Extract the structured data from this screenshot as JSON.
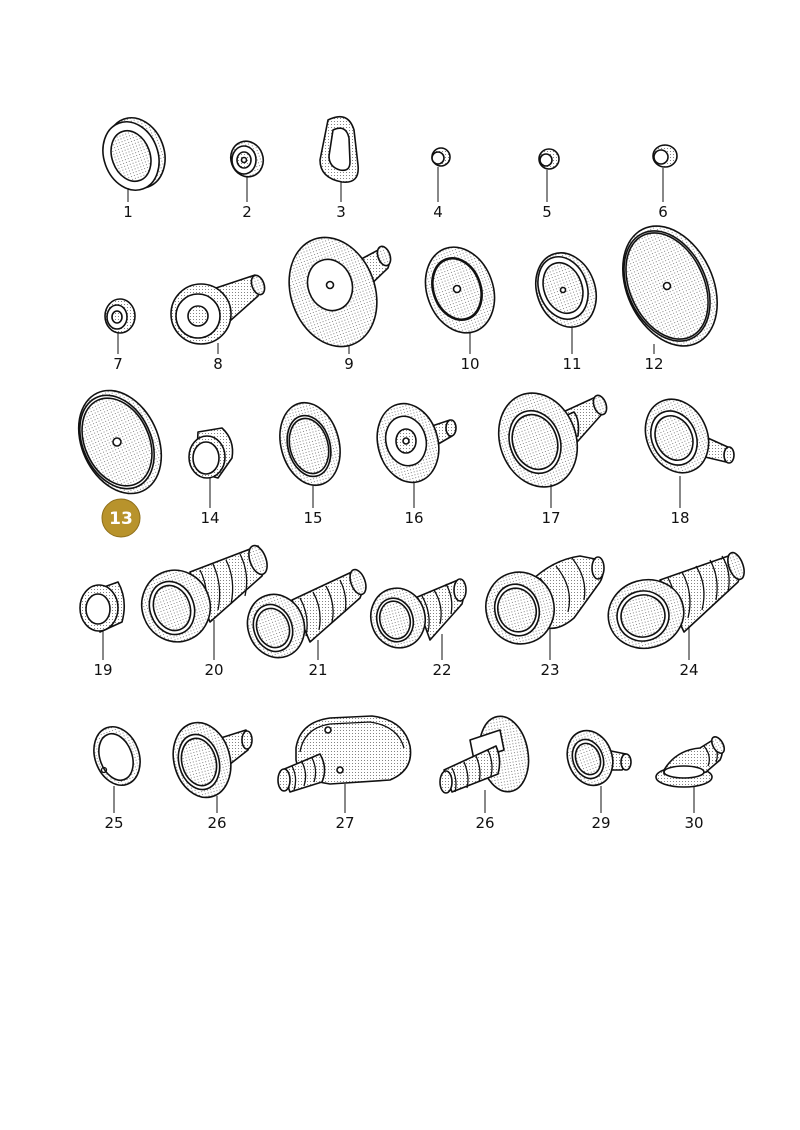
{
  "diagram": {
    "highlight": {
      "label": "13",
      "color": "#b8932c"
    },
    "parts": [
      {
        "label": "1",
        "shape": "grommet"
      },
      {
        "label": "2",
        "shape": "small-grommet"
      },
      {
        "label": "3",
        "shape": "oval-grommet"
      },
      {
        "label": "4",
        "shape": "tiny-grommet"
      },
      {
        "label": "5",
        "shape": "tiny-grommet"
      },
      {
        "label": "6",
        "shape": "tiny-grommet"
      },
      {
        "label": "7",
        "shape": "small-grommet"
      },
      {
        "label": "8",
        "shape": "grommet-with-tube"
      },
      {
        "label": "9",
        "shape": "grommet-with-tube"
      },
      {
        "label": "10",
        "shape": "flat-disc"
      },
      {
        "label": "11",
        "shape": "flat-disc"
      },
      {
        "label": "12",
        "shape": "flat-disc"
      },
      {
        "label": "13",
        "shape": "flat-disc"
      },
      {
        "label": "14",
        "shape": "cup-grommet"
      },
      {
        "label": "15",
        "shape": "oval-grommet"
      },
      {
        "label": "16",
        "shape": "grommet-with-tube"
      },
      {
        "label": "17",
        "shape": "grommet-with-bellows"
      },
      {
        "label": "18",
        "shape": "angled-grommet"
      },
      {
        "label": "19",
        "shape": "cup-grommet"
      },
      {
        "label": "20",
        "shape": "grommet-with-bellows"
      },
      {
        "label": "21",
        "shape": "grommet-with-bellows"
      },
      {
        "label": "22",
        "shape": "grommet-with-bellows"
      },
      {
        "label": "23",
        "shape": "grommet-with-bellows"
      },
      {
        "label": "24",
        "shape": "grommet-with-bellows"
      },
      {
        "label": "25",
        "shape": "ring"
      },
      {
        "label": "26",
        "shape": "grommet-with-tube"
      },
      {
        "label": "27",
        "shape": "cover-plate-with-bellows"
      },
      {
        "label": "26",
        "shape": "bracket-with-bellows"
      },
      {
        "label": "29",
        "shape": "grommet-with-tube"
      },
      {
        "label": "30",
        "shape": "angled-bellows"
      }
    ]
  }
}
